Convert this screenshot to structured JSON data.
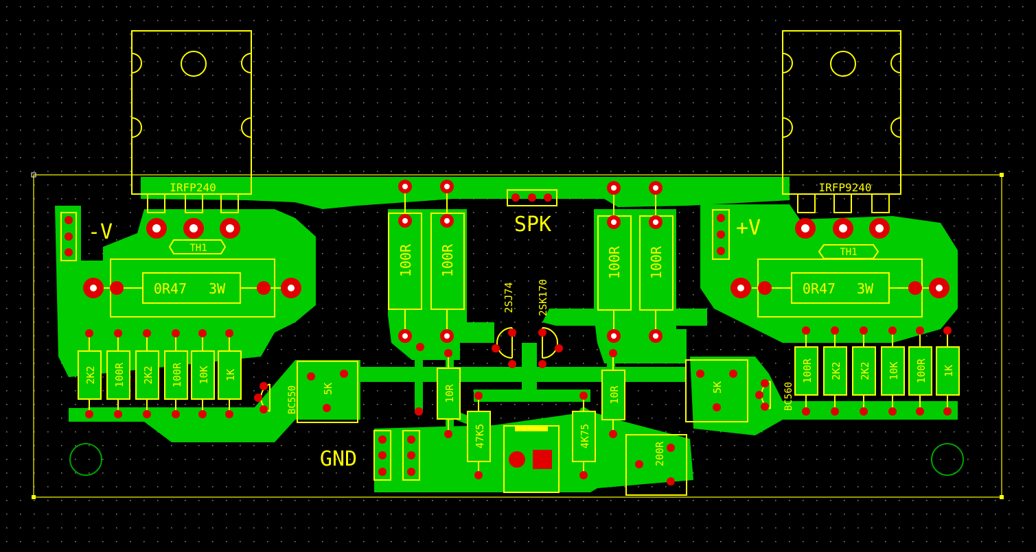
{
  "layout_view": {
    "background_color": "#000000",
    "grid_dot_color": "#7f7f7f",
    "copper_color": "#00cc00",
    "copper_dark_color": "#00a000",
    "pad_color": "#e10000",
    "pad_square_color": "#e10000",
    "silkscreen_color": "#ffff00",
    "mechanical_color": "#00a000",
    "board_outline_color": "#ffff00"
  },
  "power_transistors": {
    "left": "IRFP240",
    "right": "IRFP9240"
  },
  "thermistors": {
    "left": "TH1",
    "right": "TH1"
  },
  "connectors": {
    "neg_supply": "-V",
    "pos_supply": "+V",
    "speaker": "SPK",
    "ground": "GND"
  },
  "emitter_resistors": {
    "left_value": "0R47",
    "left_rating": "3W",
    "right_value": "0R47",
    "right_rating": "3W"
  },
  "resistor_bank_left": [
    "2K2",
    "100R",
    "2K2",
    "100R",
    "10K",
    "1K"
  ],
  "resistor_bank_right": [
    "100R",
    "2K2",
    "2K2",
    "10K",
    "100R",
    "1K"
  ],
  "driver_transistors": {
    "left": "BC550",
    "right": "BC560"
  },
  "trimmers": {
    "left": "5K",
    "right": "5K",
    "bottom": "200R"
  },
  "center_resistors": {
    "top_1": "100R",
    "top_2": "100R",
    "top_3": "100R",
    "top_4": "100R",
    "gate_left": "10R",
    "gate_right": "10R",
    "bias_left": "47K5",
    "bias_right": "4K75"
  },
  "input_transistors": {
    "left": "2SJ74",
    "right": "2SK170"
  }
}
